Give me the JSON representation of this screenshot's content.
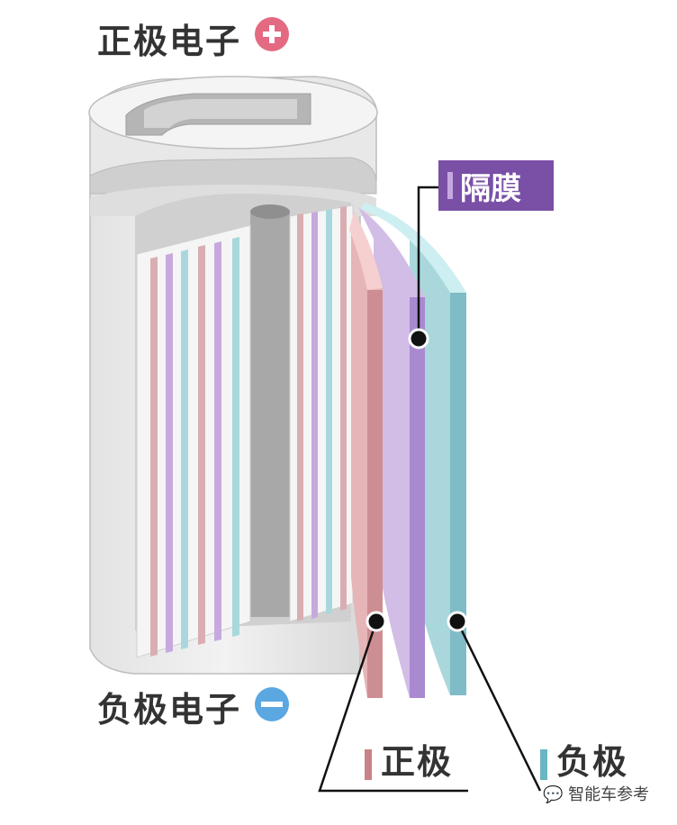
{
  "terminals": {
    "positive": {
      "label": "正极电子",
      "symbol": "+",
      "color": "#e36a80"
    },
    "negative": {
      "label": "负极电子",
      "symbol": "−",
      "color": "#5aa7e2"
    }
  },
  "layers": {
    "separator": {
      "label": "隔膜",
      "color": "#7a4fa6",
      "bar_color": "#c6a8e0"
    },
    "cathode": {
      "label": "正极",
      "color": "#c98287"
    },
    "anode": {
      "label": "负极",
      "color": "#6ab6c2"
    }
  },
  "watermark": {
    "text": "智能车参考",
    "icon": "wechat-icon"
  }
}
